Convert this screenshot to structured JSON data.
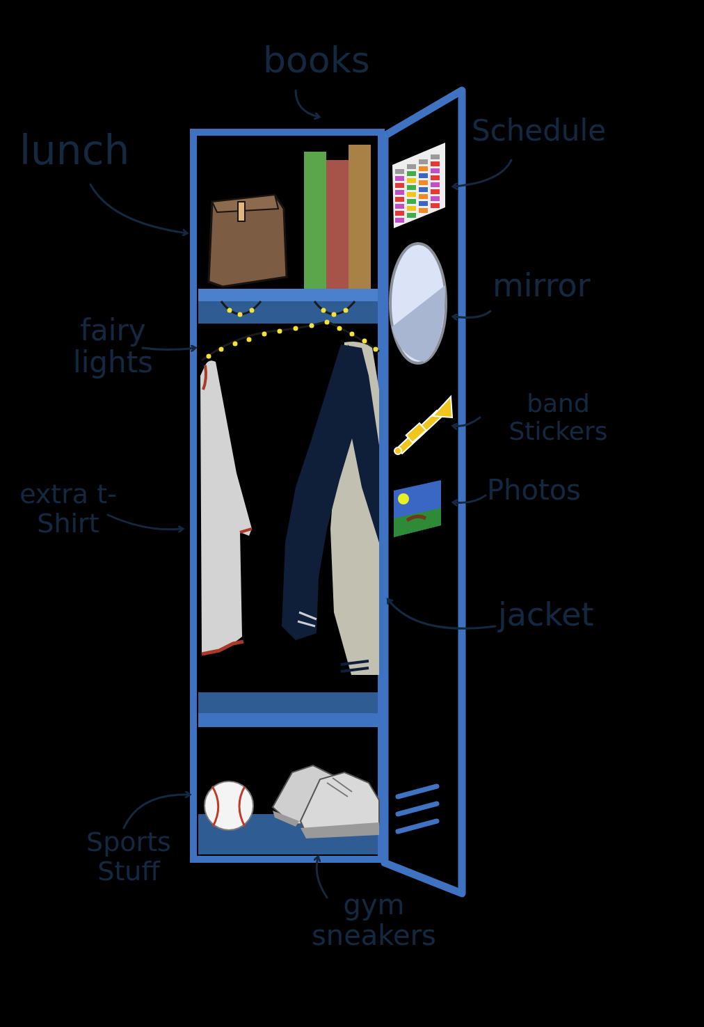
{
  "diagram": {
    "labels": [
      "books",
      "lunch",
      "Schedule",
      "fairy lights",
      "mirror",
      "band Stickers",
      "extra t-Shirt",
      "Photos",
      "jacket",
      "Sports Stuff",
      "gym sneakers"
    ]
  }
}
